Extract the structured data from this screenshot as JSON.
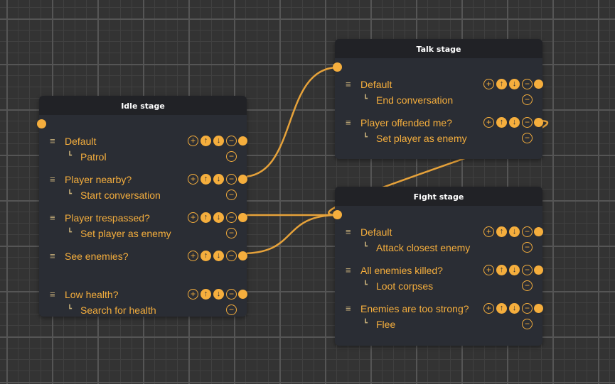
{
  "nodes": {
    "idle": {
      "title": "Idle stage",
      "rows": [
        {
          "condition": "Default",
          "action": "Patrol"
        },
        {
          "condition": "Player nearby?",
          "action": "Start conversation"
        },
        {
          "condition": "Player trespassed?",
          "action": "Set player as enemy"
        },
        {
          "condition": "See enemies?",
          "action": ""
        },
        {
          "condition": "Low health?",
          "action": "Search for health"
        }
      ]
    },
    "talk": {
      "title": "Talk stage",
      "rows": [
        {
          "condition": "Default",
          "action": "End conversation"
        },
        {
          "condition": "Player offended me?",
          "action": "Set player as enemy"
        }
      ]
    },
    "fight": {
      "title": "Fight stage",
      "rows": [
        {
          "condition": "Default",
          "action": "Attack closest enemy"
        },
        {
          "condition": "All enemies killed?",
          "action": "Loot corpses"
        },
        {
          "condition": "Enemies are too strong?",
          "action": "Flee"
        }
      ]
    }
  },
  "icons": {
    "drag": "≡",
    "corner": "┗",
    "add": "+",
    "up": "↑",
    "down": "↓",
    "remove": "−"
  },
  "colors": {
    "accent": "#f5ae3d",
    "node_bg": "#2a2d34",
    "header_bg": "#212226"
  }
}
